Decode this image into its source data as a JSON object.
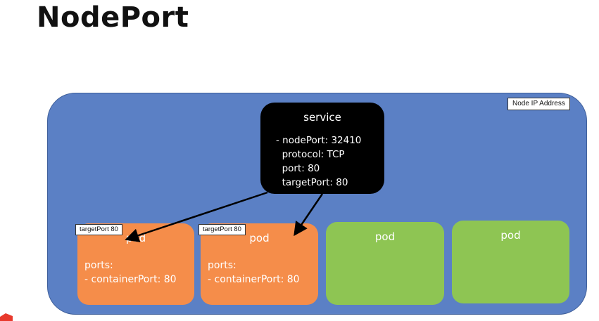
{
  "title": "NodePort",
  "node": {
    "label": "Node IP Address"
  },
  "service": {
    "title": "service",
    "lines": [
      "- nodePort: 32410",
      "  protocol: TCP",
      "  port: 80",
      "  targetPort: 80"
    ]
  },
  "pods": [
    {
      "title": "pod",
      "ports_label": "ports:",
      "port_line": "- containerPort: 80",
      "target_label": "targetPort 80",
      "color": "#f58d4a"
    },
    {
      "title": "pod",
      "ports_label": "ports:",
      "port_line": "- containerPort: 80",
      "target_label": "targetPort 80",
      "color": "#f58d4a"
    },
    {
      "title": "pod",
      "color": "#8ec553"
    },
    {
      "title": "pod",
      "color": "#8ec553"
    }
  ],
  "colors": {
    "node_background": "#5b80c5",
    "service_background": "#000000",
    "active_pod": "#f58d4a",
    "idle_pod": "#8ec553"
  }
}
